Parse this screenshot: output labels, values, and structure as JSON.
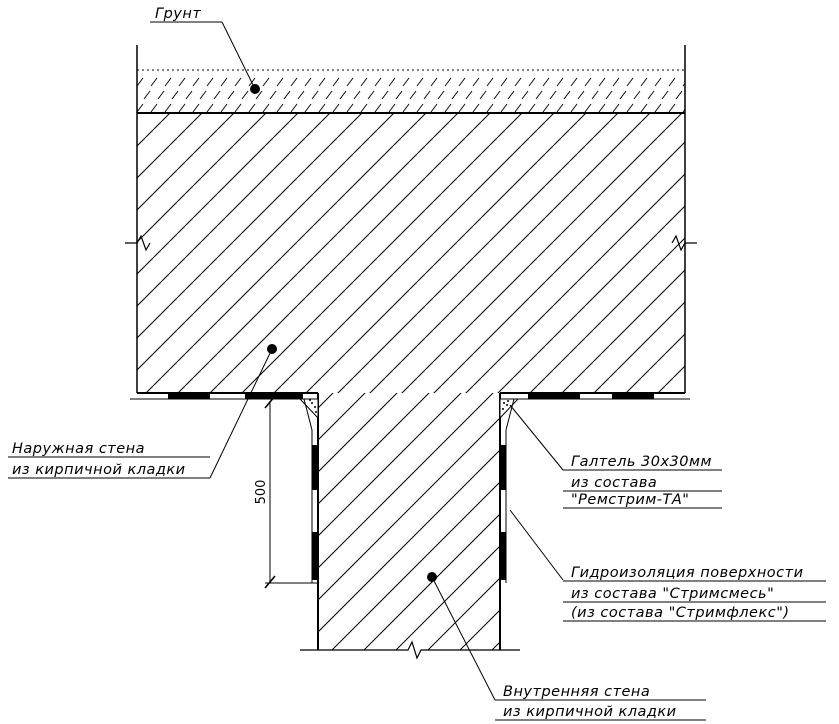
{
  "labels": {
    "ground": "Грунт",
    "outer_wall_1": "Наружная стена",
    "outer_wall_2": "из кирпичной кладки",
    "fillet_1": "Галтель 30х30мм",
    "fillet_2": "из состава",
    "fillet_3": "\"Ремстрим-ТА\"",
    "waterproof_1": "Гидроизоляция поверхности",
    "waterproof_2": "из состава \"Стримсмесь\"",
    "waterproof_3": "(из состава \"Стримфлекс\")",
    "inner_wall_1": "Внутренняя стена",
    "inner_wall_2": "из кирпичной кладки"
  },
  "dimensions": {
    "height": "500"
  }
}
